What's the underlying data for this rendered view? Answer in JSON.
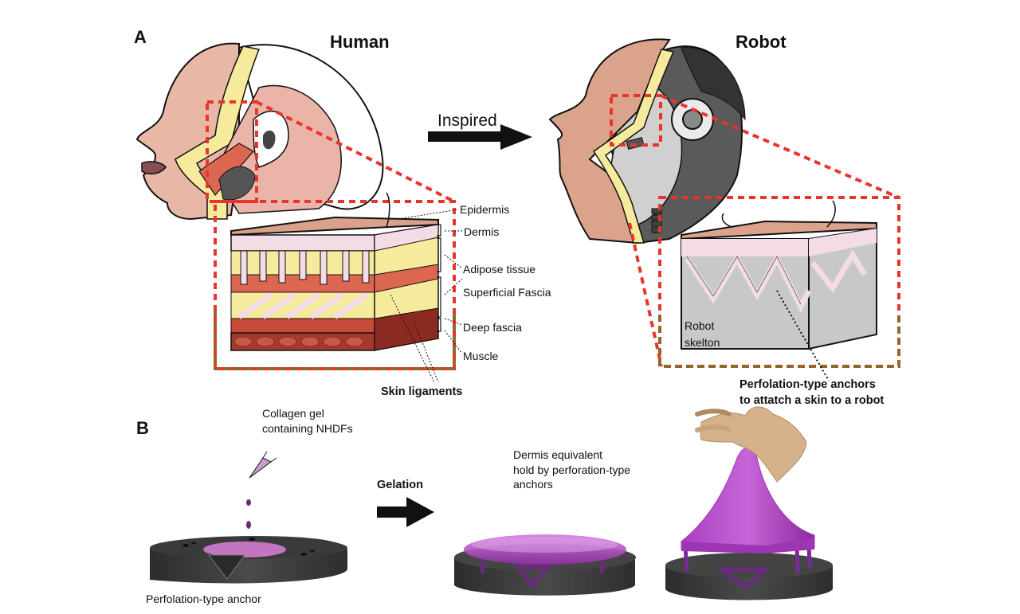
{
  "panel_a": {
    "letter": "A",
    "human_title": "Human",
    "robot_title": "Robot",
    "arrow_label": "Inspired",
    "layer_labels": [
      "Epidermis",
      "Dermis",
      "Adipose tissue",
      "Superficial Fascia",
      "Deep fascia",
      "Muscle"
    ],
    "skin_ligaments_label": "Skin ligaments",
    "robot_skeleton_label": [
      "Robot",
      "skelton"
    ],
    "anchor_label": [
      "Perfolation-type anchors",
      "to attatch a skin to a robot"
    ]
  },
  "panel_b": {
    "letter": "B",
    "collagen_label": [
      "Collagen gel",
      "containing NHDFs"
    ],
    "gelation_label": "Gelation",
    "anchor_label": "Perfolation-type anchor",
    "dermis_label": [
      "Dermis equivalent",
      "hold by perforation-type",
      "anchors"
    ]
  },
  "colors": {
    "skin": "#e8b7a6",
    "fat": "#f6eb9c",
    "dermis": "#f3dce6",
    "fascia": "#dc6650",
    "muscle": "#a33a2c",
    "robot_dark": "#5a5a5a",
    "robot_light": "#d0d0d0",
    "zoom_red": "#e8352a",
    "zoom_olive": "#8c6a2a",
    "gel": "#b04fc0",
    "base": "#3c3c3c"
  }
}
